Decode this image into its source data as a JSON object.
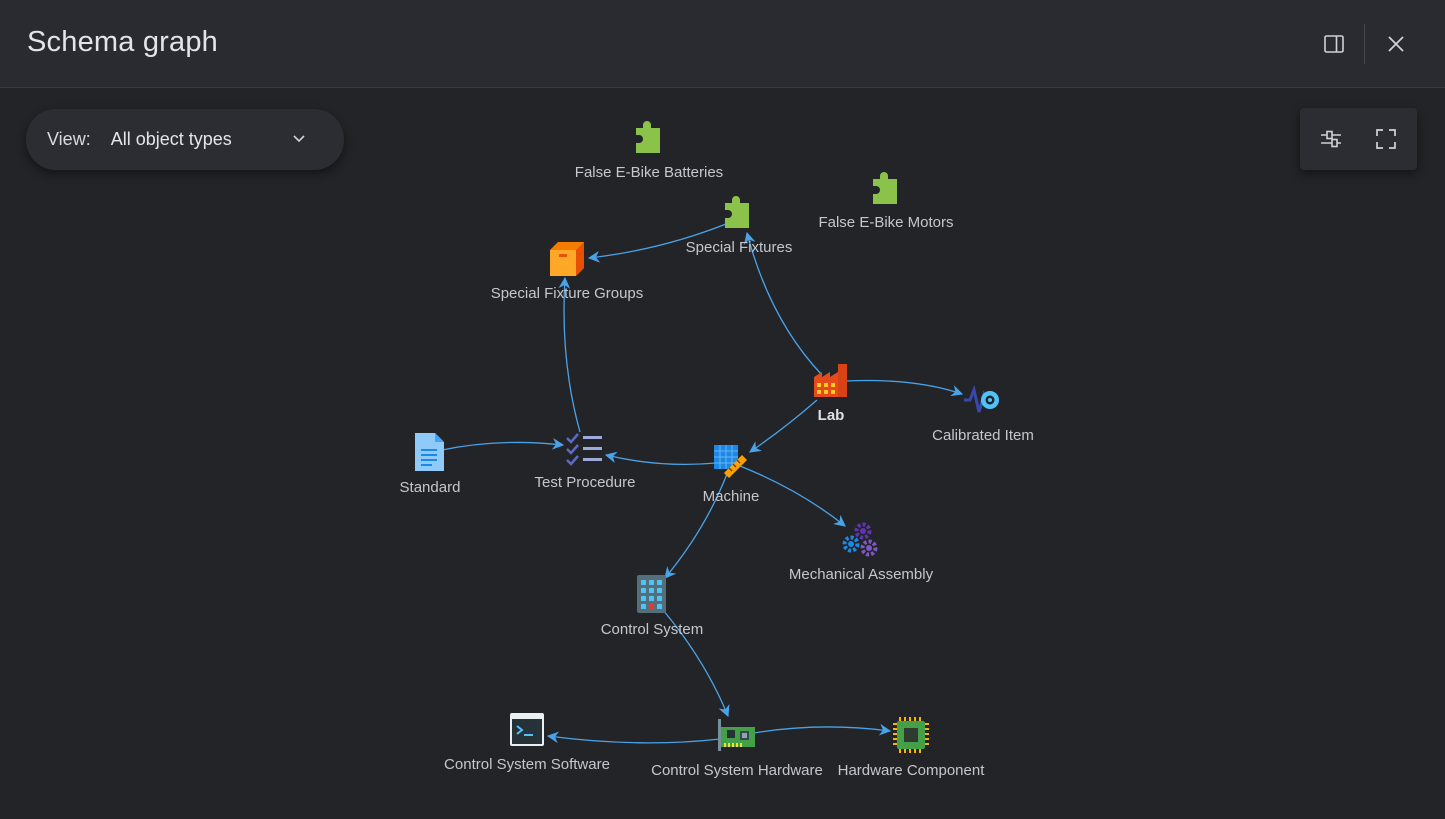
{
  "header": {
    "title": "Schema graph",
    "panel_icon": "side-panel-icon",
    "close_icon": "close-icon"
  },
  "toolbar": {
    "view_label": "View:",
    "view_value": "All object types",
    "filter_icon": "sliders-icon",
    "fullscreen_icon": "fullscreen-icon"
  },
  "graph": {
    "edge_color": "#4aa3e8",
    "nodes": {
      "false_ebike_batteries": "False E-Bike Batteries",
      "false_ebike_motors": "False E-Bike Motors",
      "special_fixtures": "Special Fixtures",
      "special_fixture_groups": "Special Fixture Groups",
      "lab": "Lab",
      "calibrated_item": "Calibrated Item",
      "standard": "Standard",
      "test_procedure": "Test Procedure",
      "machine": "Machine",
      "mechanical_assembly": "Mechanical Assembly",
      "control_system": "Control System",
      "control_system_software": "Control System Software",
      "control_system_hardware": "Control System Hardware",
      "hardware_component": "Hardware Component"
    },
    "icons": {
      "false_ebike_batteries": "puzzle-icon",
      "false_ebike_motors": "puzzle-icon",
      "special_fixtures": "puzzle-icon",
      "special_fixture_groups": "box-icon",
      "lab": "factory-icon",
      "calibrated_item": "calibration-icon",
      "standard": "document-icon",
      "test_procedure": "checklist-icon",
      "machine": "machine-icon",
      "mechanical_assembly": "gears-icon",
      "control_system": "building-icon",
      "control_system_software": "terminal-icon",
      "control_system_hardware": "circuit-board-icon",
      "hardware_component": "chip-icon"
    }
  }
}
